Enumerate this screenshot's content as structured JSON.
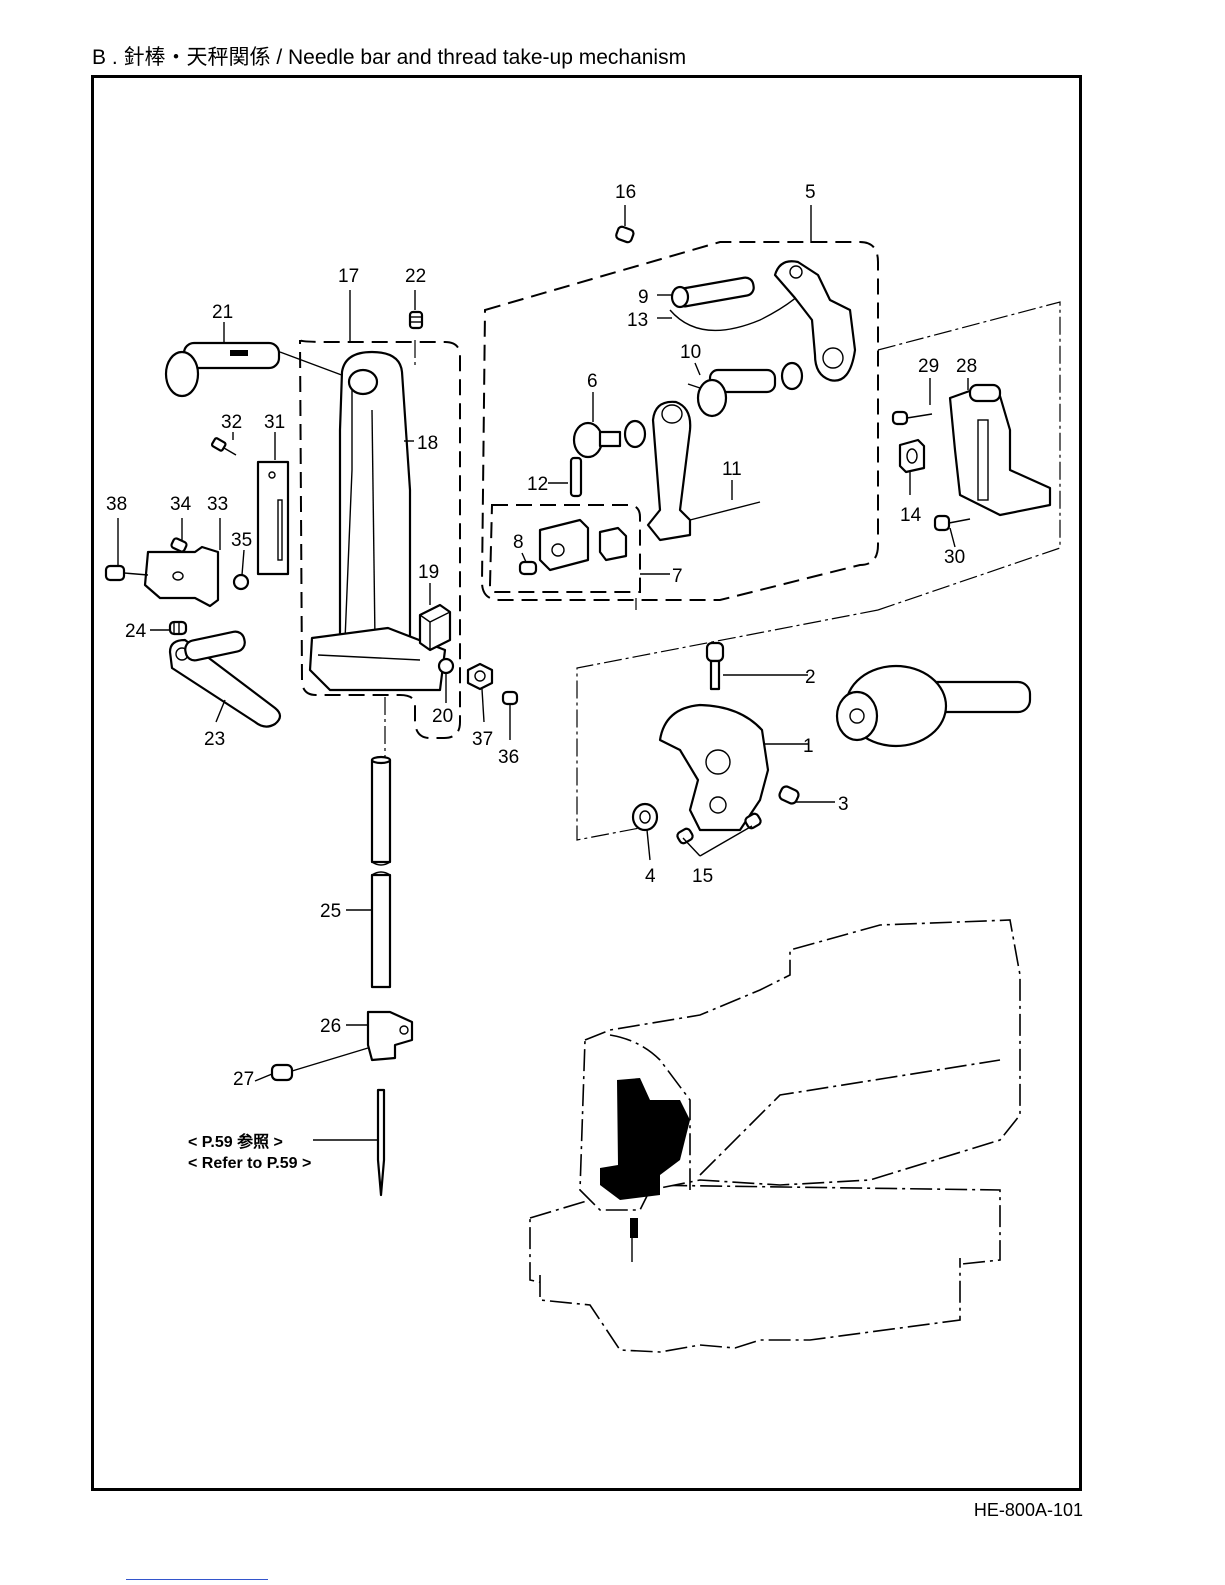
{
  "header": {
    "title": "B . 針棒・天秤関係 / Needle bar and thread take-up mechanism"
  },
  "callouts": [
    "1",
    "2",
    "3",
    "4",
    "5",
    "6",
    "7",
    "8",
    "9",
    "10",
    "11",
    "12",
    "13",
    "14",
    "15",
    "16",
    "17",
    "18",
    "19",
    "20",
    "21",
    "22",
    "23",
    "24",
    "25",
    "26",
    "27",
    "28",
    "29",
    "30",
    "31",
    "32",
    "33",
    "34",
    "35",
    "36",
    "37",
    "38"
  ],
  "reference": {
    "jp": "< P.59 参照 >",
    "en": "< Refer to P.59 >"
  },
  "footer": {
    "doc_id": "HE-800A-101"
  }
}
